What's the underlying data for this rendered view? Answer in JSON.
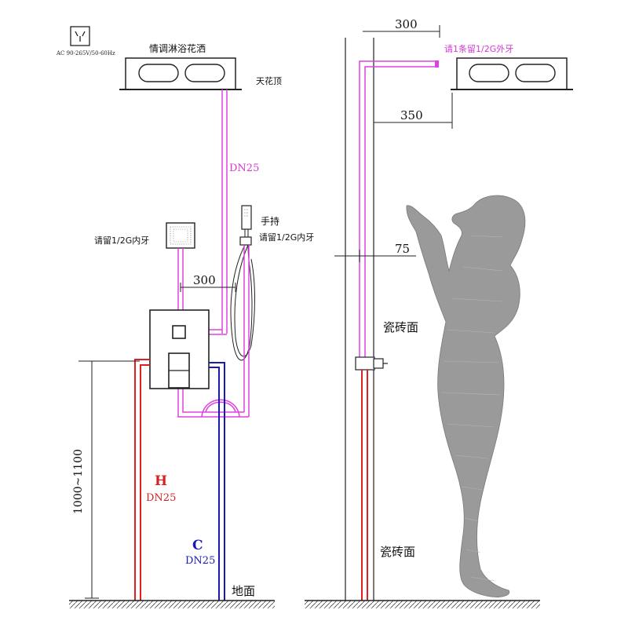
{
  "left": {
    "power_spec": "AC 90-265V/50-60Hz",
    "shower_label": "情调淋浴花洒",
    "ceiling_label": "天花顶",
    "pipe_label": "DN25",
    "side_spray_note": "请留1/2G内牙",
    "handheld_label": "手持",
    "handheld_note": "请留1/2G内牙",
    "dim_300": "300",
    "dim_height": "1000~1100",
    "hot_letter": "H",
    "hot_dn": "DN25",
    "cold_letter": "C",
    "cold_dn": "DN25",
    "floor_label": "地面"
  },
  "right": {
    "dim_300": "300",
    "note": "请1条留1/2G外牙",
    "dim_350": "350",
    "dim_75": "75",
    "tile_upper": "瓷砖面",
    "tile_lower": "瓷砖面"
  },
  "colors": {
    "pink": "#e040e0",
    "hot": "#e02020",
    "cold": "#1a1ab0",
    "line": "#222222",
    "figure": "#909090"
  }
}
